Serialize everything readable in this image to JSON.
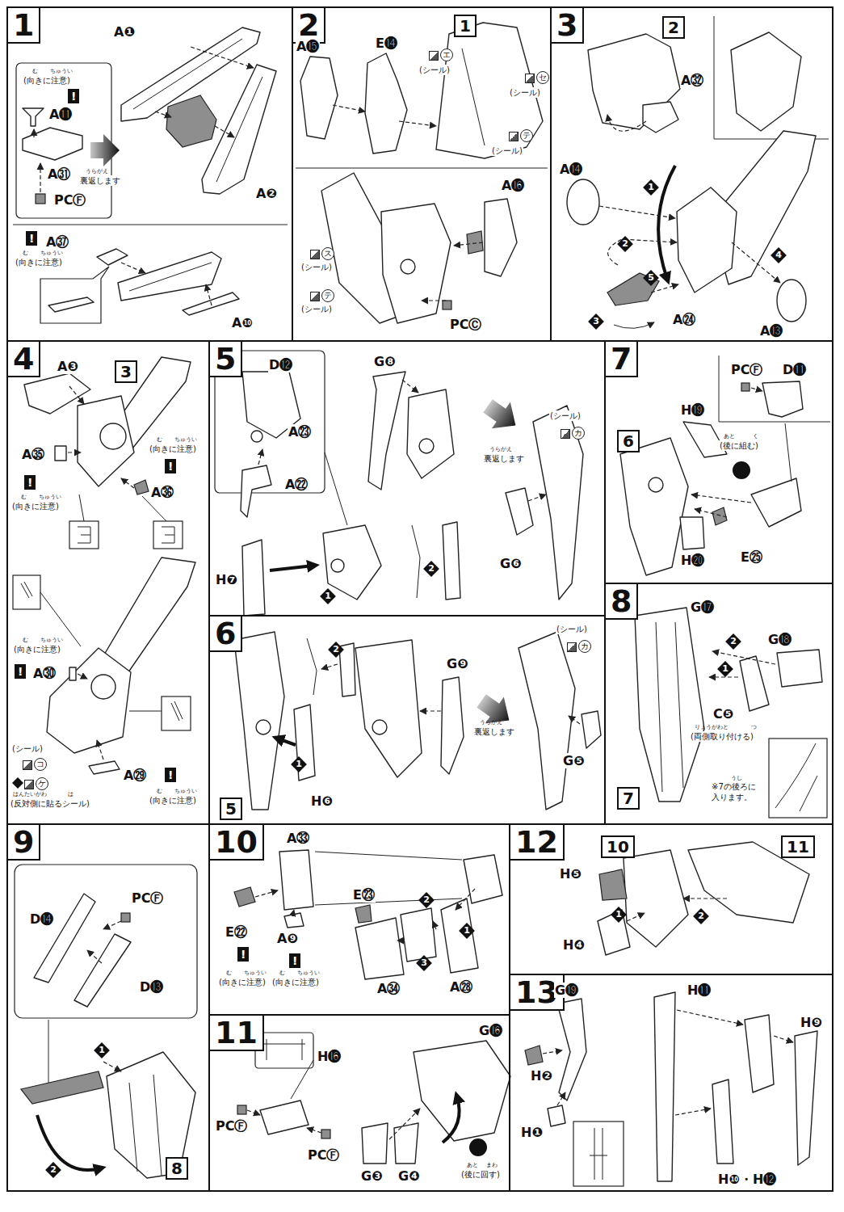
{
  "diagram": {
    "nodes": [
      {
        "text": [
          "1"
        ]
      },
      {
        "text": [
          "2"
        ]
      },
      {
        "text": [
          "1"
        ],
        "in": 1
      },
      {
        "text": [
          "3"
        ]
      },
      {
        "text": [
          "2"
        ],
        "in": 3
      },
      {
        "text": [
          "4"
        ]
      },
      {
        "text": [
          "3"
        ],
        "in": 5
      },
      {
        "text": [
          "5"
        ]
      },
      {
        "text": [
          "6"
        ]
      },
      {
        "text": [
          "5"
        ],
        "in": 8
      },
      {
        "text": [
          "7"
        ]
      },
      {
        "text": [
          "6"
        ],
        "in": 10
      },
      {
        "text": [
          "8"
        ]
      },
      {
        "text": [
          "7"
        ],
        "in": 12
      },
      {
        "text": [
          "9"
        ]
      },
      {
        "text": [
          "8"
        ],
        "in": 14
      },
      {
        "text": [
          "10"
        ]
      },
      {
        "text": [
          "11"
        ]
      },
      {
        "text": [
          "12"
        ]
      },
      {
        "text": [
          "10"
        ],
        "in": 18
      },
      {
        "text": [
          "11"
        ],
        "in": 18
      },
      {
        "text": [
          "13"
        ]
      }
    ],
    "labels": [
      "A❶",
      "む",
      "ちゅうい",
      "(向きに注意)",
      "!",
      "A⓫",
      "A㉛",
      "PCⒻ",
      "うらがえ",
      "裏返します",
      "A❷",
      "!",
      "A㊲",
      "む",
      "ちゅうい",
      "(向きに注意)",
      "A❿",
      "A⓯",
      "E⓮",
      "エ",
      "(シール)",
      "セ",
      "(シール)",
      "テ",
      "(シール)",
      "A⓰",
      "ス",
      "(シール)",
      "テ",
      "(シール)",
      "PCⒸ",
      "A㉜",
      "A⓮",
      "1",
      "2",
      "3",
      "4",
      "5",
      "A㉔",
      "A⓭",
      "A❸",
      "A㉟",
      "!",
      "む",
      "ちゅうい",
      "(向きに注意)",
      "む",
      "ちゅうい",
      "(向きに注意)",
      "!",
      "A㊱",
      "む",
      "ちゅうい",
      "(向きに注意)",
      "!",
      "A㉚",
      "(シール)",
      "コ",
      ":",
      "ケ",
      "はんたいがわ",
      "は",
      "(反対側に貼るシール)",
      "A㉙",
      "!",
      "む",
      "ちゅうい",
      "(向きに注意)",
      "D⓬",
      "A㉓",
      "A㉒",
      "H❼",
      "1",
      "2",
      "G❽",
      "(シール)",
      "カ",
      "うらがえ",
      "裏返します",
      "G❻",
      "2",
      "1",
      "H❻",
      "G❾",
      "(シール)",
      "カ",
      "うらがえ",
      "裏返します",
      "G❺",
      "PCⒻ",
      "D⓫",
      "H⓳",
      "あと",
      "く",
      "(後に組む)",
      "E㉕",
      "H⓴",
      "G⓱",
      "2",
      "G⓲",
      "1",
      "C❺",
      "りょうがわと",
      "つ",
      "(両側取り付ける)",
      "うし",
      "※7の後ろに入ります。",
      "D⓮",
      "PCⒻ",
      "D⓭",
      "1",
      "2",
      "A㉝",
      "E㉒",
      "!",
      "む",
      "ちゅうい",
      "(向きに注意)",
      "A❾",
      "!",
      "む",
      "ちゅうい",
      "(向きに注意)",
      "E㉓",
      "2",
      "1",
      "3",
      "A㉞",
      "A㉘",
      "H⓰",
      "PCⒻ",
      "PCⒻ",
      "G⓰",
      "G❸",
      "G❹",
      "あと",
      "まわ",
      "(後に回す)",
      "H❺",
      "1",
      "2",
      "H❹",
      "G⓳",
      "H⓫",
      "H❾",
      "H❷",
      "H❶",
      "H❿・H⓬"
    ]
  }
}
